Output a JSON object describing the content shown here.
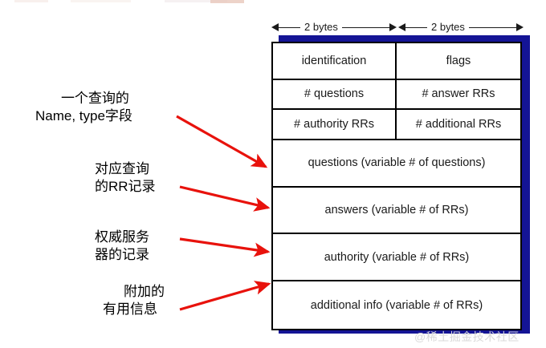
{
  "ruler": {
    "left_label": "2 bytes",
    "right_label": "2 bytes"
  },
  "table": {
    "rows": [
      {
        "type": "split",
        "cells": [
          "identification",
          "flags"
        ]
      },
      {
        "type": "split",
        "cells": [
          "# questions",
          "# answer RRs"
        ]
      },
      {
        "type": "split",
        "cells": [
          "# authority RRs",
          "# additional RRs"
        ]
      },
      {
        "type": "wide",
        "cells": [
          "questions (variable # of questions)"
        ]
      },
      {
        "type": "wide",
        "cells": [
          "answers (variable # of RRs)"
        ]
      },
      {
        "type": "wide",
        "cells": [
          "authority (variable # of RRs)"
        ]
      },
      {
        "type": "wide",
        "cells": [
          "additional info (variable # of RRs)"
        ]
      }
    ]
  },
  "annotations": [
    {
      "line1": "一个查询的",
      "line2": "Name, type字段"
    },
    {
      "line1": "对应查询",
      "line2": "的RR记录"
    },
    {
      "line1": "权威服务",
      "line2": "器的记录"
    },
    {
      "line1": "附加的",
      "line2": "有用信息"
    }
  ],
  "watermark": "@稀土掘金技术社区",
  "colors": {
    "shadow_blue": "#141495",
    "arrow_red": "#e8120c",
    "border_black": "#000000",
    "watermark_gray": "#d9d9d9"
  }
}
